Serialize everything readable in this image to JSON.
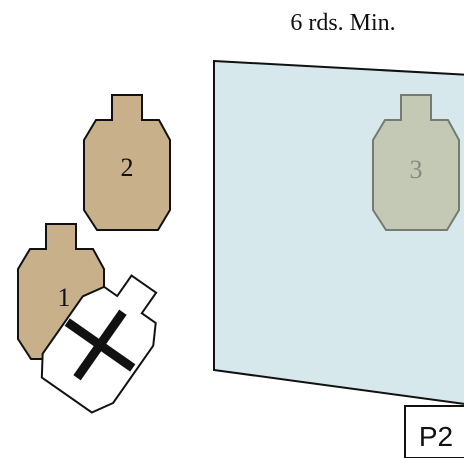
{
  "header": {
    "requirement_text": "6 rds. Min."
  },
  "targets": [
    {
      "label": "1",
      "kind": "shoot",
      "fill": "#c8b08a"
    },
    {
      "label": "2",
      "kind": "shoot",
      "fill": "#c8b08a"
    },
    {
      "label": "3",
      "kind": "shoot-behind-wall",
      "fill": "#c4c9b6"
    }
  ],
  "no_shoot": {
    "kind": "no-shoot",
    "fill": "#ffffff",
    "mark": "x-mark"
  },
  "wall": {
    "kind": "see-through-wall",
    "fill": "#d6e8ec"
  },
  "position": {
    "label": "P2"
  },
  "colors": {
    "outline": "#111111",
    "shoot_target": "#c8b08a",
    "obscured_target": "#c4c9b6",
    "wall": "#d6e8ec",
    "no_shoot": "#ffffff"
  }
}
